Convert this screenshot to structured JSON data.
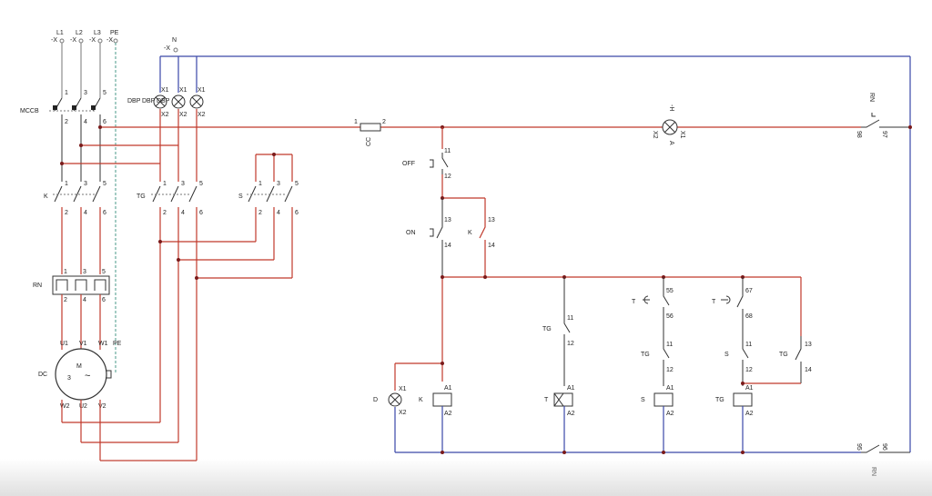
{
  "diagram": {
    "supply_labels": {
      "l1": "L1",
      "l2": "L2",
      "l3": "L3",
      "pe": "PE",
      "n": "N",
      "x_prefix": "-X"
    },
    "mccb": {
      "label": "MCCB",
      "pins_top": [
        "1",
        "3",
        "5"
      ],
      "pins_bottom": [
        "2",
        "4",
        "6"
      ]
    },
    "dbp": {
      "label": "DBP",
      "overlap_labels": [
        "DBP",
        "DBP"
      ],
      "pins_top": [
        "X1",
        "X1",
        "X1"
      ],
      "pins_bottom": [
        "X2",
        "X2",
        "X2"
      ]
    },
    "contactor_k": {
      "label": "K",
      "pins_top": [
        "1",
        "3",
        "5"
      ],
      "pins_bottom": [
        "2",
        "4",
        "6"
      ]
    },
    "contactor_tg": {
      "label": "TG",
      "pins_top": [
        "1",
        "3",
        "5"
      ],
      "pins_bottom": [
        "2",
        "4",
        "6"
      ]
    },
    "contactor_s": {
      "label": "S",
      "pins_top": [
        "1",
        "3",
        "5"
      ],
      "pins_bottom": [
        "2",
        "4",
        "6"
      ]
    },
    "overload_rn": {
      "label": "RN",
      "pins_top": [
        "1",
        "3",
        "5"
      ],
      "pins_bottom": [
        "2",
        "4",
        "6"
      ]
    },
    "motor": {
      "label": "DC",
      "symbol": "M",
      "phase": "3",
      "tilde": "~",
      "terminals_top": [
        "U1",
        "V1",
        "W1",
        "PE"
      ],
      "terminals_bottom": [
        "W2",
        "U2",
        "V2"
      ]
    },
    "fuse_cc": {
      "label": "CC",
      "pins": [
        "1",
        "2"
      ]
    },
    "lamp_h": {
      "label": "-H",
      "sub": "A",
      "pins": [
        "X1",
        "X2"
      ]
    },
    "rn_contact_top": {
      "label": "RN",
      "pins": [
        "97",
        "98"
      ]
    },
    "rn_contact_bottom": {
      "label": "RN",
      "pins": [
        "95",
        "96"
      ]
    },
    "off_button": {
      "label": "OFF",
      "pins": [
        "11",
        "12"
      ]
    },
    "on_button": {
      "label": "ON",
      "pins": [
        "13",
        "14"
      ]
    },
    "k_holding": {
      "label": "K",
      "pins": [
        "13",
        "14"
      ]
    },
    "lamp_d": {
      "label": "D",
      "pins": [
        "X1",
        "X2"
      ]
    },
    "coil_k": {
      "label": "K",
      "pins": [
        "A1",
        "A2"
      ]
    },
    "tg_nc": {
      "label": "TG",
      "pins": [
        "11",
        "12"
      ]
    },
    "coil_t": {
      "label": "T",
      "pins": [
        "A1",
        "A2"
      ]
    },
    "timer_t_nc": {
      "label": "T",
      "pins": [
        "55",
        "56"
      ]
    },
    "tg_nc2": {
      "label": "TG",
      "pins": [
        "11",
        "12"
      ]
    },
    "coil_s": {
      "label": "S",
      "pins": [
        "A1",
        "A2"
      ]
    },
    "timer_t_no": {
      "label": "T",
      "pins": [
        "67",
        "68"
      ]
    },
    "s_nc": {
      "label": "S",
      "pins": [
        "11",
        "12"
      ]
    },
    "tg_holding": {
      "label": "TG",
      "pins": [
        "13",
        "14"
      ]
    },
    "coil_tg": {
      "label": "TG",
      "pins": [
        "A1",
        "A2"
      ]
    },
    "colors": {
      "phase": "#c0392b",
      "neutral": "#3a47a8",
      "pe": "#4a9a8a",
      "node": "#7a1a1a"
    }
  }
}
